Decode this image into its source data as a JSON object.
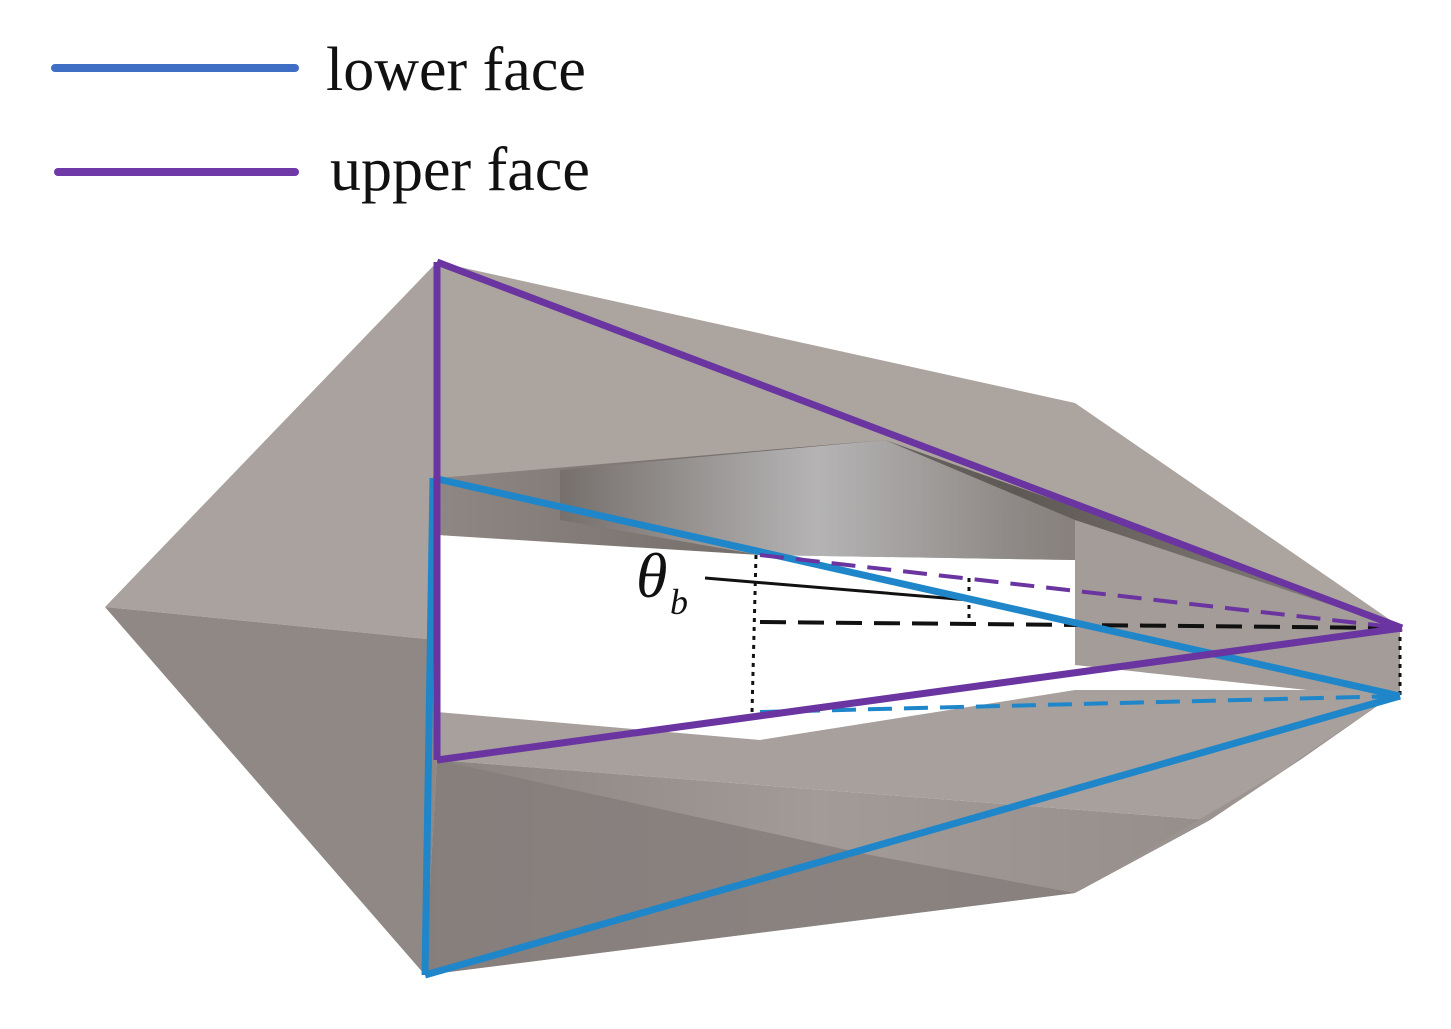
{
  "legend": {
    "lower_face": {
      "label": "lower face",
      "color": "#3f6fc4"
    },
    "upper_face": {
      "label": "upper face",
      "color": "#6f3aa8"
    }
  },
  "colors": {
    "lower_edge": "#1f86c9",
    "upper_edge": "#6a35a0",
    "surface_light": "#aca49f",
    "surface_mid": "#9b9490",
    "surface_dark": "#827b78",
    "reference_line": "#111111"
  },
  "angle_label": {
    "symbol": "θ",
    "subscript": "b"
  }
}
